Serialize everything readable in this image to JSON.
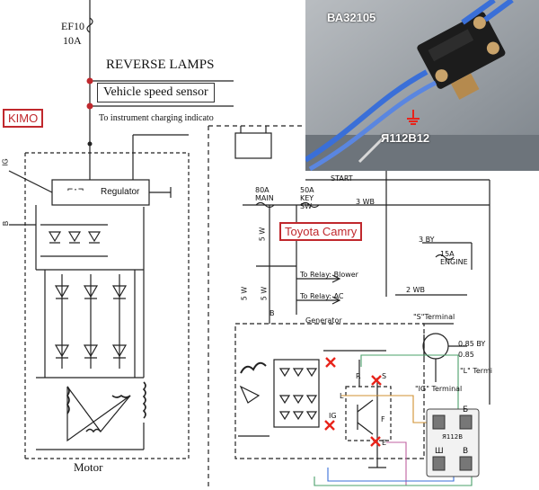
{
  "left_diagram": {
    "tag": "KIMO",
    "fuse_label": "EF10",
    "fuse_rating": "10A",
    "reverse_lamps": "REVERSE LAMPS",
    "speed_sensor": "Vehicle speed sensor",
    "instrument": "To instrument charging indicato",
    "regulator": "Regulator",
    "ig_label": "IG",
    "b_label": "B",
    "motor": "Motor"
  },
  "photo": {
    "part_number": "ВА32105",
    "regulator_part": "Я112В12"
  },
  "right_diagram": {
    "tag": "Toyota Camry",
    "start": "START",
    "main_fuse": "80A MAIN",
    "key_fuse": "50A KEY SW",
    "wire_3wb": "3 WB",
    "wire_3by": "3 BY",
    "engine_fuse": "15A ENGINE",
    "wire_2wb": "2 WB",
    "relay_blower": "To Relay: Blower",
    "relay_ac": "To Relay: AC",
    "wire_5w_a": "5 W",
    "wire_5w_b": "5 W",
    "wire_5w_c": "5 W",
    "generator": "Generator",
    "s_terminal": "\"S\"Terminal",
    "wire_085by": "0.85 BY",
    "wire_085": "0.85",
    "l_terminal": "\"L\" Termi",
    "ig_terminal": "\"IG\" Terminal",
    "b_label": "B",
    "r_label": "R",
    "s_label": "S",
    "e_label": "E",
    "f_label": "F",
    "l_label": "L",
    "ig_label": "IG"
  },
  "module": {
    "part": "Я112В",
    "term_b": "Б",
    "term_sh": "Ш",
    "term_v": "В"
  },
  "colors": {
    "tag_border": "#c0282d",
    "x_mark": "#e8231a",
    "junction": "#c0282d",
    "wire_blue": "#3a6fd8"
  }
}
